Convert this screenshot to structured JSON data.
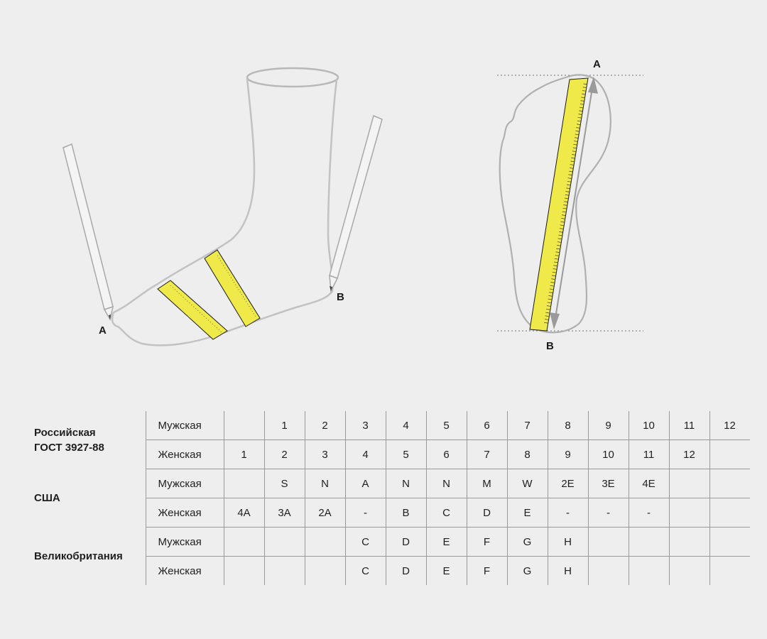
{
  "diagram": {
    "side_view": {
      "point_a": "A",
      "point_b": "B"
    },
    "top_view": {
      "point_a": "A",
      "point_b": "B"
    },
    "colors": {
      "tape": "#f0e94a",
      "outline": "#b8b8b8",
      "background": "#efeeee"
    }
  },
  "table": {
    "groups": [
      {
        "system": "Российская ГОСТ 3927-88",
        "rows": [
          {
            "gender": "Мужская",
            "values": [
              "",
              "1",
              "2",
              "3",
              "4",
              "5",
              "6",
              "7",
              "8",
              "9",
              "10",
              "11",
              "12"
            ]
          },
          {
            "gender": "Женская",
            "values": [
              "1",
              "2",
              "3",
              "4",
              "5",
              "6",
              "7",
              "8",
              "9",
              "10",
              "11",
              "12",
              ""
            ]
          }
        ]
      },
      {
        "system": "США",
        "rows": [
          {
            "gender": "Мужская",
            "values": [
              "",
              "S",
              "N",
              "A",
              "N",
              "N",
              "M",
              "W",
              "2E",
              "3E",
              "4E",
              "",
              ""
            ]
          },
          {
            "gender": "Женская",
            "values": [
              "4A",
              "3A",
              "2A",
              "-",
              "B",
              "C",
              "D",
              "E",
              "-",
              "-",
              "-",
              "",
              ""
            ]
          }
        ]
      },
      {
        "system": "Великобритания",
        "rows": [
          {
            "gender": "Мужская",
            "values": [
              "",
              "",
              "",
              "C",
              "D",
              "E",
              "F",
              "G",
              "H",
              "",
              "",
              "",
              ""
            ]
          },
          {
            "gender": "Женская",
            "values": [
              "",
              "",
              "",
              "C",
              "D",
              "E",
              "F",
              "G",
              "H",
              "",
              "",
              "",
              ""
            ]
          }
        ]
      }
    ]
  }
}
